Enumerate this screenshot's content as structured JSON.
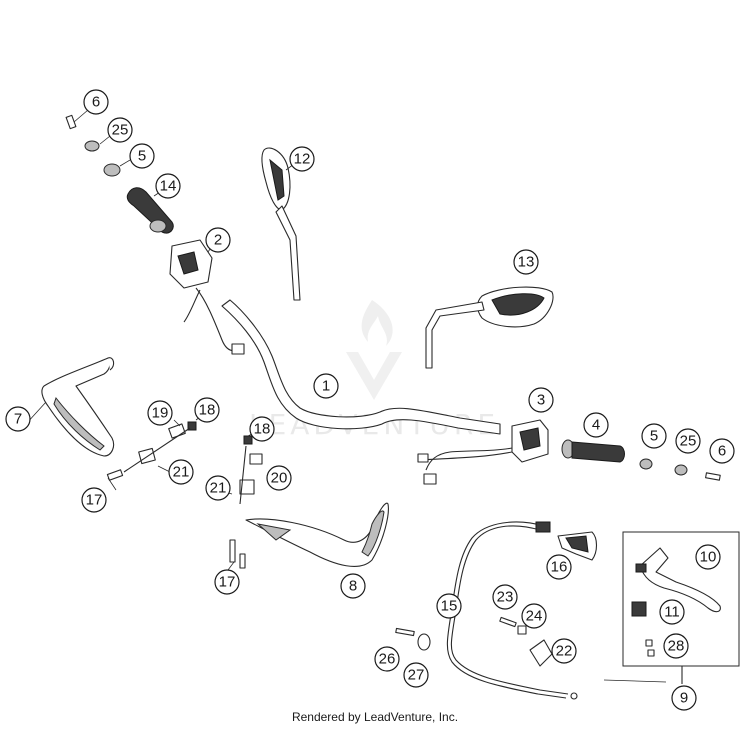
{
  "watermark": "LEADVENTURE",
  "footer": "Rendered by LeadVenture, Inc.",
  "callouts": [
    {
      "label": "6",
      "name": "callout-6-left"
    },
    {
      "label": "25",
      "name": "callout-25-left"
    },
    {
      "label": "5",
      "name": "callout-5-left"
    },
    {
      "label": "14",
      "name": "callout-14"
    },
    {
      "label": "2",
      "name": "callout-2"
    },
    {
      "label": "12",
      "name": "callout-12"
    },
    {
      "label": "13",
      "name": "callout-13"
    },
    {
      "label": "1",
      "name": "callout-1"
    },
    {
      "label": "3",
      "name": "callout-3"
    },
    {
      "label": "4",
      "name": "callout-4"
    },
    {
      "label": "5",
      "name": "callout-5-right"
    },
    {
      "label": "25",
      "name": "callout-25-right"
    },
    {
      "label": "6",
      "name": "callout-6-right"
    },
    {
      "label": "7",
      "name": "callout-7"
    },
    {
      "label": "19",
      "name": "callout-19"
    },
    {
      "label": "18",
      "name": "callout-18-left"
    },
    {
      "label": "18",
      "name": "callout-18-center"
    },
    {
      "label": "21",
      "name": "callout-21-left"
    },
    {
      "label": "21",
      "name": "callout-21-center"
    },
    {
      "label": "20",
      "name": "callout-20"
    },
    {
      "label": "17",
      "name": "callout-17-left"
    },
    {
      "label": "17",
      "name": "callout-17-center"
    },
    {
      "label": "8",
      "name": "callout-8"
    },
    {
      "label": "16",
      "name": "callout-16"
    },
    {
      "label": "10",
      "name": "callout-10"
    },
    {
      "label": "11",
      "name": "callout-11"
    },
    {
      "label": "28",
      "name": "callout-28"
    },
    {
      "label": "9",
      "name": "callout-9"
    },
    {
      "label": "15",
      "name": "callout-15"
    },
    {
      "label": "23",
      "name": "callout-23"
    },
    {
      "label": "24",
      "name": "callout-24"
    },
    {
      "label": "22",
      "name": "callout-22"
    },
    {
      "label": "26",
      "name": "callout-26"
    },
    {
      "label": "27",
      "name": "callout-27"
    }
  ]
}
